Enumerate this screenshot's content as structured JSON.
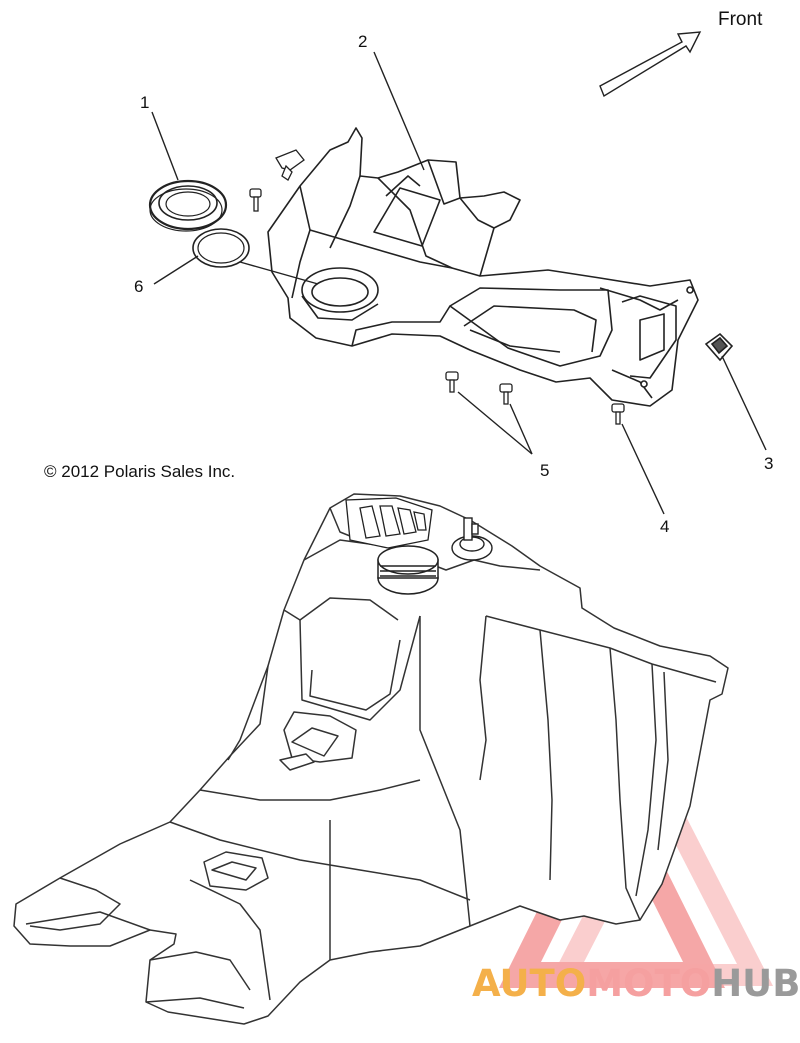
{
  "header": {
    "direction_label": "Front"
  },
  "callouts": [
    "1",
    "2",
    "3",
    "4",
    "5",
    "6"
  ],
  "copyright": "© 2012 Polaris Sales Inc.",
  "watermark": {
    "part_auto": "AUTO",
    "part_moto": "MOTO",
    "part_hub": "HUB",
    "color_auto": "#f4b04a",
    "color_moto": "#f5a0a0",
    "color_hub": "#9a9a9a",
    "triangle_color": "#f28a8a"
  }
}
